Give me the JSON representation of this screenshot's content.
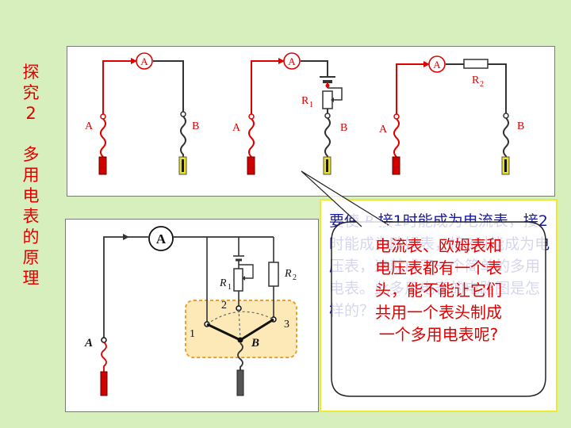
{
  "side_title": [
    "探",
    "究",
    "2",
    "",
    "多",
    "用",
    "电",
    "表",
    "的",
    "原",
    "理"
  ],
  "colors": {
    "background": "#d7efbd",
    "wire_red": "#e00000",
    "label_red": "#e00000",
    "text_blue": "#1a1aa0",
    "selector_box": "#fde9b8",
    "selector_border": "#e8a030"
  },
  "top_circuits": [
    {
      "meter": "A",
      "left_terminal": "A",
      "right_terminal": "B"
    },
    {
      "meter": "A",
      "resistor": "R",
      "resistor_sub": "1",
      "left_terminal": "A",
      "right_terminal": "B"
    },
    {
      "meter": "A",
      "resistor": "R",
      "resistor_sub": "2",
      "left_terminal": "A",
      "right_terminal": "B"
    }
  ],
  "bottom_circuit": {
    "meter": "A",
    "r1": "R",
    "r1_sub": "1",
    "r2": "R",
    "r2_sub": "2",
    "positions": [
      "1",
      "2",
      "3"
    ],
    "terminal_a": "A",
    "terminal_b": "B"
  },
  "body_text_parts": [
    {
      "t": "要使 ",
      "i": false
    },
    {
      "t": "B",
      "i": true
    },
    {
      "t": " 接1时能成为电流表，接2时能成为欧姆表，接3时能成为电压表，这就成了一个简单的多用电表。此多用电表的电路图是怎样的？",
      "i": false
    }
  ],
  "callout_lines": [
    "电流表、欧姆表和",
    "电压表都有一个表",
    "头，能不能让它们",
    "共用一个表头制成",
    "一个多用电表呢?"
  ]
}
